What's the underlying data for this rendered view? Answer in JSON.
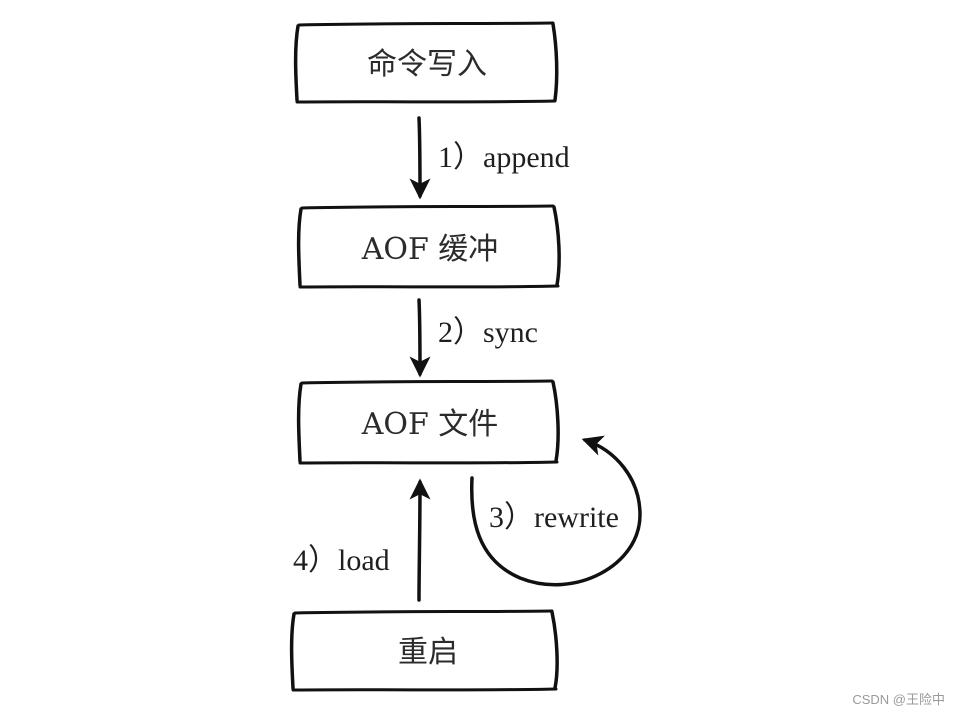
{
  "boxes": {
    "command_write": "命令写入",
    "aof_buffer": "AOF 缓冲",
    "aof_file": "AOF 文件",
    "restart": "重启"
  },
  "edges": {
    "append": "1）append",
    "sync": "2）sync",
    "rewrite": "3）rewrite",
    "load": "4）load"
  },
  "watermark": "CSDN @王险中",
  "colors": {
    "ink": "#111111",
    "text": "#2b2b2b",
    "watermark": "#9a9a9a",
    "background": "#ffffff"
  }
}
